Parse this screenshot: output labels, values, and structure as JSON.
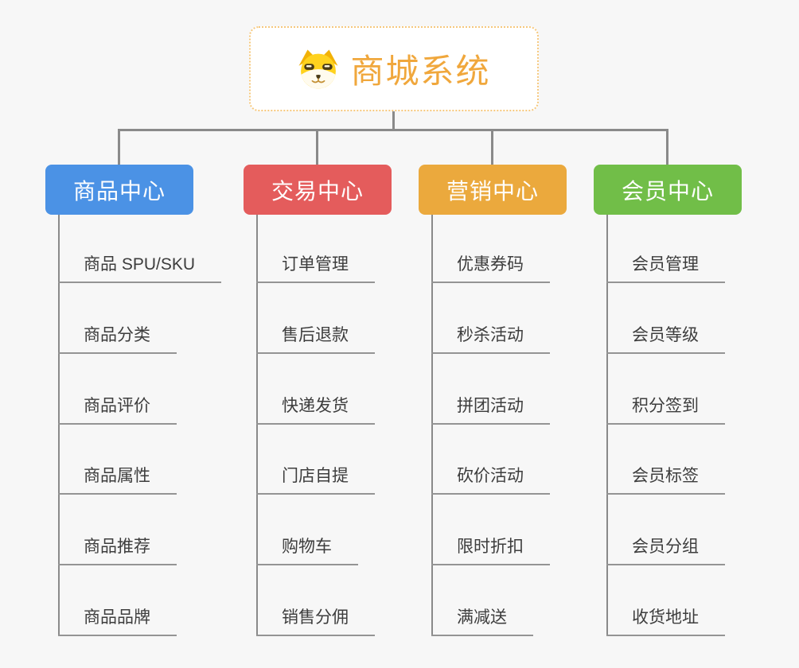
{
  "root": {
    "title": "商城系统",
    "icon": "dog-face-icon",
    "title_color": "#F0A73C",
    "border_color": "#F6C87D"
  },
  "connector_color": "#8A8A8A",
  "branches": [
    {
      "label": "商品中心",
      "color": "#4B92E5",
      "children": [
        "商品 SPU/SKU",
        "商品分类",
        "商品评价",
        "商品属性",
        "商品推荐",
        "商品品牌"
      ]
    },
    {
      "label": "交易中心",
      "color": "#E45C5C",
      "children": [
        "订单管理",
        "售后退款",
        "快递发货",
        "门店自提",
        "购物车",
        "销售分佣"
      ]
    },
    {
      "label": "营销中心",
      "color": "#EBA93D",
      "children": [
        "优惠券码",
        "秒杀活动",
        "拼团活动",
        "砍价活动",
        "限时折扣",
        "满减送"
      ]
    },
    {
      "label": "会员中心",
      "color": "#71BE48",
      "children": [
        "会员管理",
        "会员等级",
        "积分签到",
        "会员标签",
        "会员分组",
        "收货地址"
      ]
    }
  ]
}
